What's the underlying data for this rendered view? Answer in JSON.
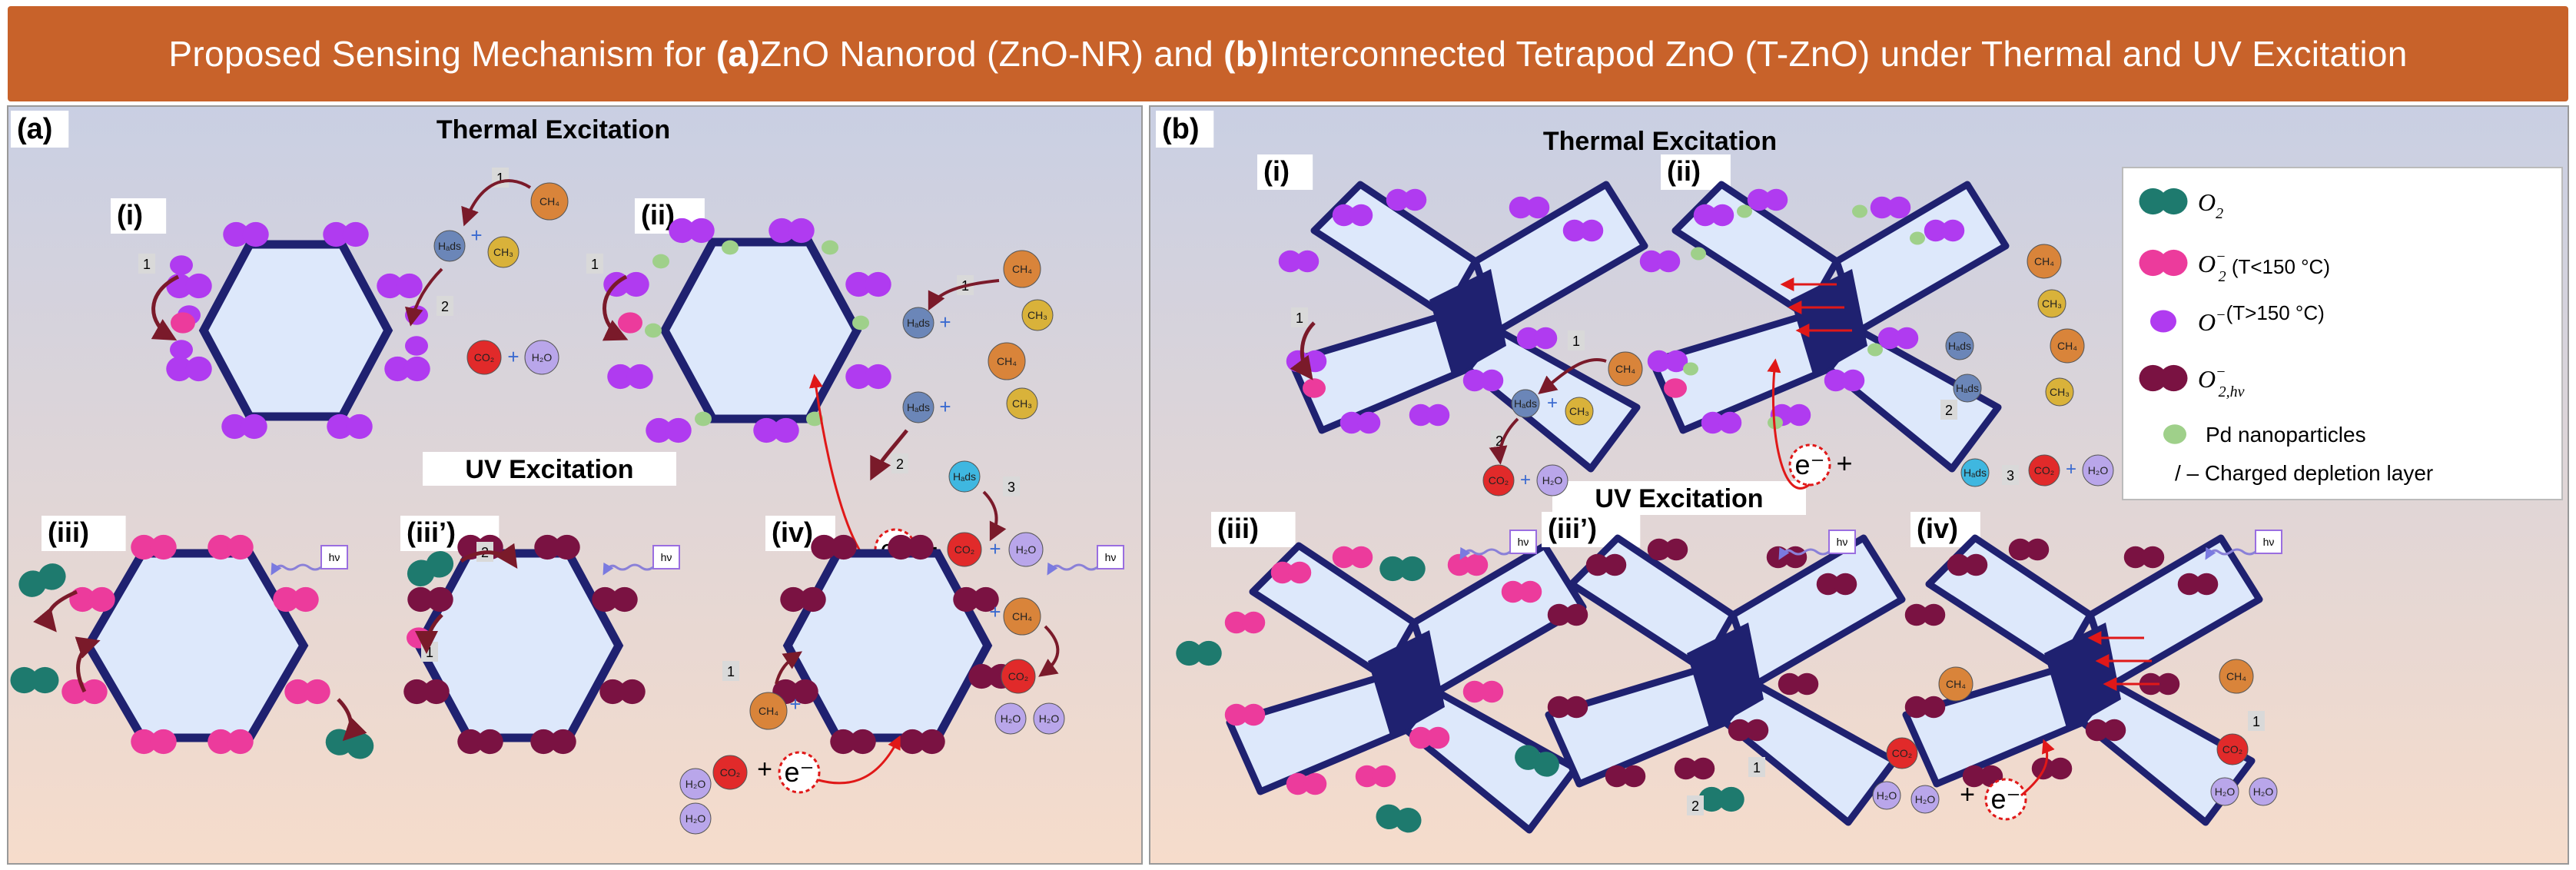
{
  "title": {
    "pre": "Proposed Sensing Mechanism for ",
    "a_tag": "(a)",
    "mid1": " ZnO Nanorod (ZnO-NR) and ",
    "b_tag": "(b)",
    "post": " Interconnected Tetrapod ZnO (T-ZnO) under Thermal and UV Excitation"
  },
  "panel_a": {
    "label": "(a)",
    "thermal_heading": "Thermal Excitation",
    "uv_heading": "UV Excitation",
    "roman": [
      "(i)",
      "(ii)",
      "(iii)",
      "(iii’)",
      "(iv)"
    ]
  },
  "panel_b": {
    "label": "(b)",
    "thermal_heading": "Thermal Excitation",
    "uv_heading": "UV Excitation",
    "roman": [
      "(i)",
      "(ii)",
      "(iii)",
      "(iii’)",
      "(iv)"
    ]
  },
  "legend": {
    "o2": "O",
    "o2_sub": "2",
    "o2minus": "O",
    "o2minus_sub": "2",
    "o2minus_sup": "−",
    "o2minus_note": " (T<150 °C)",
    "ominus": "O",
    "ominus_sup": "−",
    "ominus_note": "(T>150 °C)",
    "o2hv": "O",
    "o2hv_sub": "2,hν",
    "o2hv_sup": "−",
    "pd": "Pd nanoparticles",
    "depletion": "/ – Charged depletion layer"
  },
  "species": {
    "ch4": "CH₄",
    "ch3": "CH₃",
    "co2": "CO₂",
    "h2o": "H₂O",
    "hads": "Hₐds",
    "electron": "e⁻",
    "plus": "+",
    "hv": "hν",
    "step1": "1",
    "step2": "2",
    "step3": "3"
  },
  "colors": {
    "title_bg": "#c8622a",
    "o2": "#1e7a6e",
    "o2_minus": "#ec3b9c",
    "o_minus": "#b03bf0",
    "o2_hv": "#7a1242",
    "pd": "#9fd08a",
    "hexagon": "#1f2170",
    "fill": "#dde8fb",
    "ch4": "#d9843a",
    "ch3": "#d9b23a",
    "co2": "#e12a2a",
    "h2o": "#b9a6ea",
    "hads": "#6b86b8",
    "hads_cyan": "#3fb7e0"
  }
}
